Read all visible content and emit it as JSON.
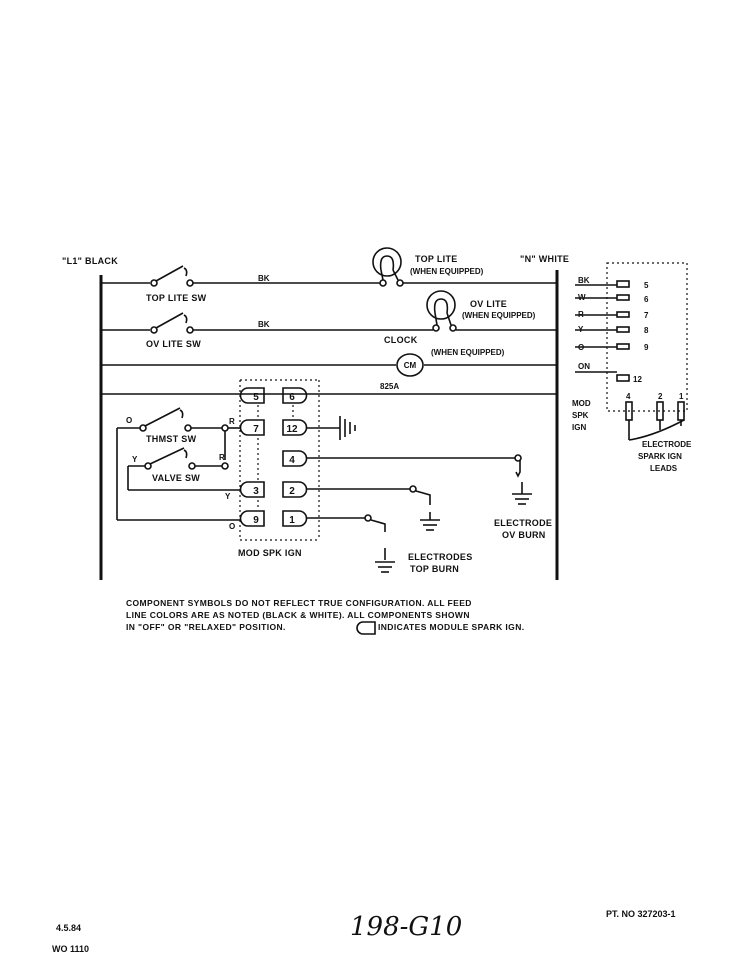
{
  "labels": {
    "l1_black": "\"L1\" BLACK",
    "n_white": "\"N\" WHITE",
    "top_lite_sw": "TOP LITE SW",
    "ov_lite_sw": "OV LITE SW",
    "bk1": "BK",
    "bk2": "BK",
    "top_lite": "TOP LITE",
    "top_lite_eq": "(WHEN EQUIPPED)",
    "ov_lite": "OV LITE",
    "ov_lite_eq": "(WHEN EQUIPPED)",
    "clock": "CLOCK",
    "clock_eq": "(WHEN EQUIPPED)",
    "clock_symbol": "CM",
    "fuse": "825A",
    "thmst_sw": "THMST SW",
    "valve_sw": "VALVE SW",
    "o_top": "O",
    "r_top": "R",
    "y_valve": "Y",
    "r_valve": "R",
    "y_left": "Y",
    "o_left": "O",
    "mod_spk_ign": "MOD SPK IGN",
    "electrode_ov_1": "ELECTRODE",
    "electrode_ov_2": "OV BURN",
    "electrodes_top_1": "ELECTRODES",
    "electrodes_top_2": "TOP BURN",
    "mod_spk_ign_right": [
      "MOD",
      "SPK",
      "IGN"
    ],
    "electrode_leads": [
      "ELECTRODE",
      "SPARK IGN",
      "LEADS"
    ],
    "right_wires": [
      "BK",
      "W",
      "R",
      "Y",
      "O",
      "ON"
    ],
    "right_terms": [
      "5",
      "6",
      "7",
      "8",
      "9",
      "12"
    ],
    "right_bottom_terms": [
      "4",
      "2",
      "1"
    ]
  },
  "terminals": {
    "t5": "5",
    "t6": "6",
    "t7": "7",
    "t12": "12",
    "t4": "4",
    "t3": "3",
    "t2": "2",
    "t9": "9",
    "t1": "1"
  },
  "note": [
    "COMPONENT SYMBOLS DO NOT REFLECT TRUE CONFIGURATION.  ALL FEED",
    "LINE COLORS ARE AS NOTED (BLACK & WHITE).  ALL COMPONENTS SHOWN",
    "IN \"OFF\" OR \"RELAXED\" POSITION."
  ],
  "note_tail": "INDICATES MODULE SPARK IGN.",
  "footer": {
    "date": "4.5.84",
    "wo": "WO 1110",
    "handwritten": "198-G10",
    "part": "PT. NO 327203-1"
  }
}
